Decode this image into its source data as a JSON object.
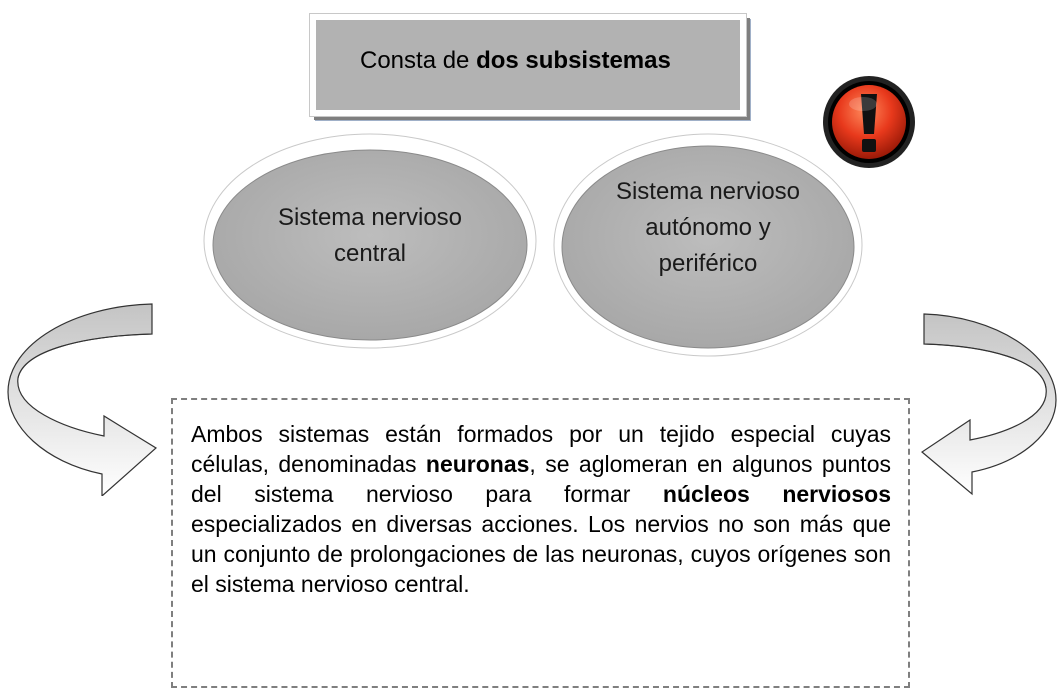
{
  "header": {
    "prefix": "Consta de",
    "bold": "dos subsistemas"
  },
  "subsystems": [
    {
      "label": "Sistema nervioso central"
    },
    {
      "label": "Sistema nervioso autónomo y periférico"
    }
  ],
  "description": {
    "parts": [
      {
        "text": "Ambos sistemas están formados por un tejido especial cuyas células, denominadas ",
        "bold": false
      },
      {
        "text": "neuronas",
        "bold": true
      },
      {
        "text": ", se aglomeran en algunos puntos del sistema nervioso para formar ",
        "bold": false
      },
      {
        "text": "núcleos nerviosos",
        "bold": true
      },
      {
        "text": " especializados en diversas acciones. Los nervios no son más que un conjunto de prolongaciones de las neuronas, cuyos orígenes son el sistema nervioso central.",
        "bold": false
      }
    ]
  },
  "icons": {
    "alert": "exclamation-alert-icon",
    "left_arrow": "curved-arrow-right-icon",
    "right_arrow": "curved-arrow-left-icon"
  },
  "colors": {
    "ellipse_fill": "#b3b3b3",
    "header_fill": "#b2b2b2",
    "alert_red": "#e8391c"
  }
}
